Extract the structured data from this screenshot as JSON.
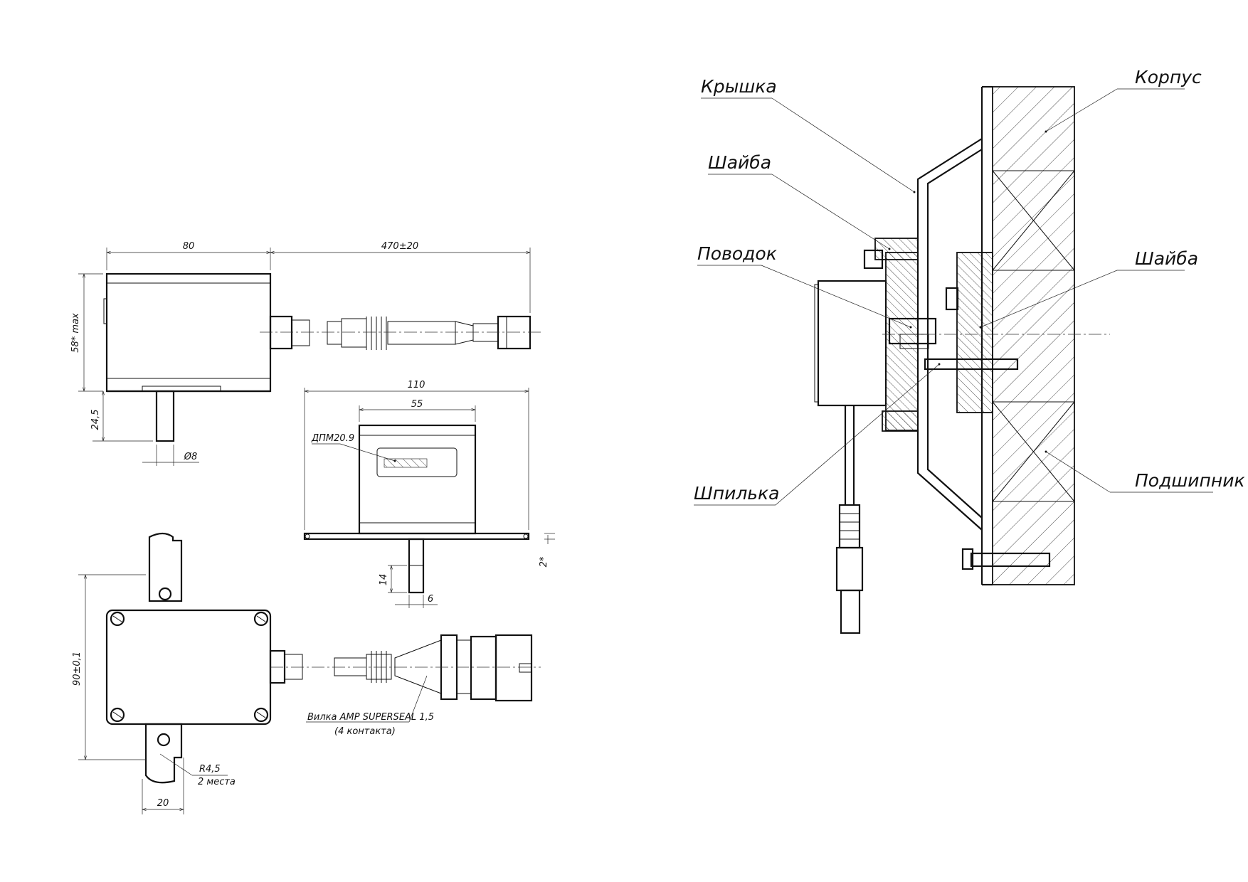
{
  "drawing": {
    "views": {
      "side": {
        "dim_width": "80",
        "dim_cable": "470±20",
        "dim_height": "58* max",
        "dim_shaft": "24,5",
        "dim_diam": "Ø8"
      },
      "front": {
        "dim_width": "110",
        "dim_label_width": "55",
        "model_label": "ДПМ20.9",
        "dim_shaft_len": "14",
        "dim_shaft_w": "6",
        "dim_plate": "2*"
      },
      "top": {
        "dim_height": "90±0,1",
        "dim_bracket": "20",
        "radius_note": "R4,5",
        "radius_count": "2 места",
        "connector_note": "Вилка AMP SUPERSEAL 1,5",
        "connector_contacts": "(4 контакта)"
      }
    },
    "assembly_labels": {
      "cover": "Крышка",
      "washer_left": "Шайба",
      "driver": "Поводок",
      "stud": "Шпилька",
      "housing": "Корпус",
      "washer_right": "Шайба",
      "bearing": "Подшипник"
    }
  }
}
